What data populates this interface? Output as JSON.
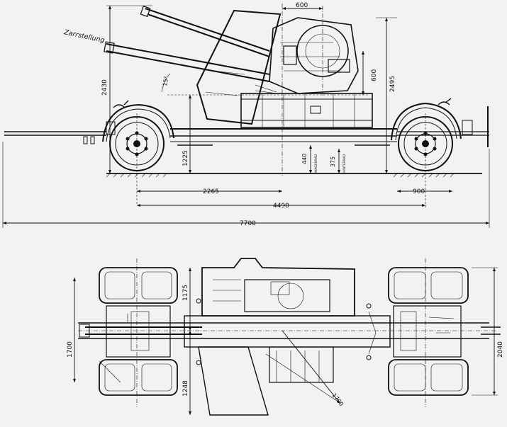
{
  "labels": {
    "zarrstellung": "Zarrstellung",
    "angle": "15°"
  },
  "dimensions": {
    "d600_top": "600",
    "d600_side": "600",
    "d2495": "2495",
    "d2430": "2430",
    "d1225": "1225",
    "d2265": "2265",
    "d4490": "4490",
    "d900": "900",
    "d7700": "7700",
    "d440": "440",
    "d440_note": "WAGENRAD",
    "d375": "375",
    "d375_note": "HINTERRAD",
    "d1700": "1700",
    "d1175": "1175",
    "d1248": "1248",
    "d2040": "2040",
    "d1700_diag": "1700"
  }
}
